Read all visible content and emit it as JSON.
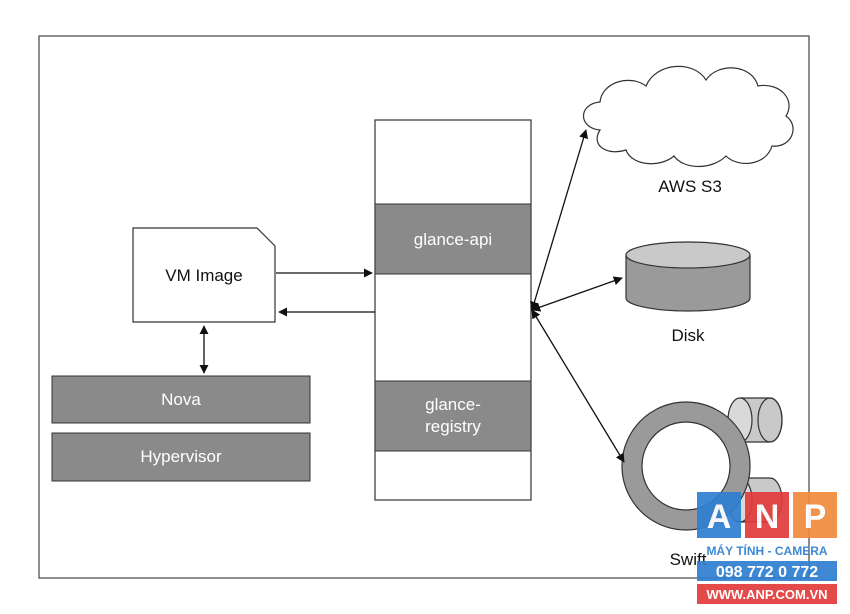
{
  "diagram": {
    "vm_image_label": "VM Image",
    "nova_label": "Nova",
    "hypervisor_label": "Hypervisor",
    "glance_api_label": "glance-api",
    "glance_registry_line1": "glance-",
    "glance_registry_line2": "registry",
    "aws_s3_label": "AWS S3",
    "disk_label": "Disk",
    "swift_label": "Swift"
  },
  "watermark": {
    "letter_a": "A",
    "letter_n": "N",
    "letter_p": "P",
    "tagline": "MÁY TÍNH - CAMERA",
    "phone": "098 772 0 772",
    "url": "WWW.ANP.COM.VN"
  },
  "colors": {
    "grey_box": "#8a8a8a",
    "watermark_blue": "#2f7fd1",
    "watermark_red": "#e23b3b",
    "watermark_orange": "#f08a3c"
  }
}
